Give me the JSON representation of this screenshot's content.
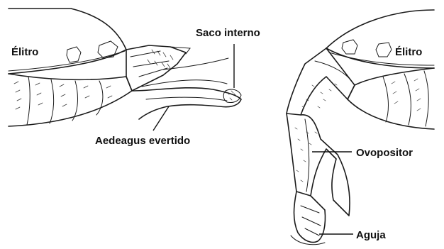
{
  "labels": {
    "elytron_left": "Élitro",
    "internal_sac": "Saco interno",
    "aedeagus": "Aedeagus evertido",
    "elytron_right": "Élitro",
    "ovipositor": "Ovopositor",
    "needle": "Aguja"
  }
}
